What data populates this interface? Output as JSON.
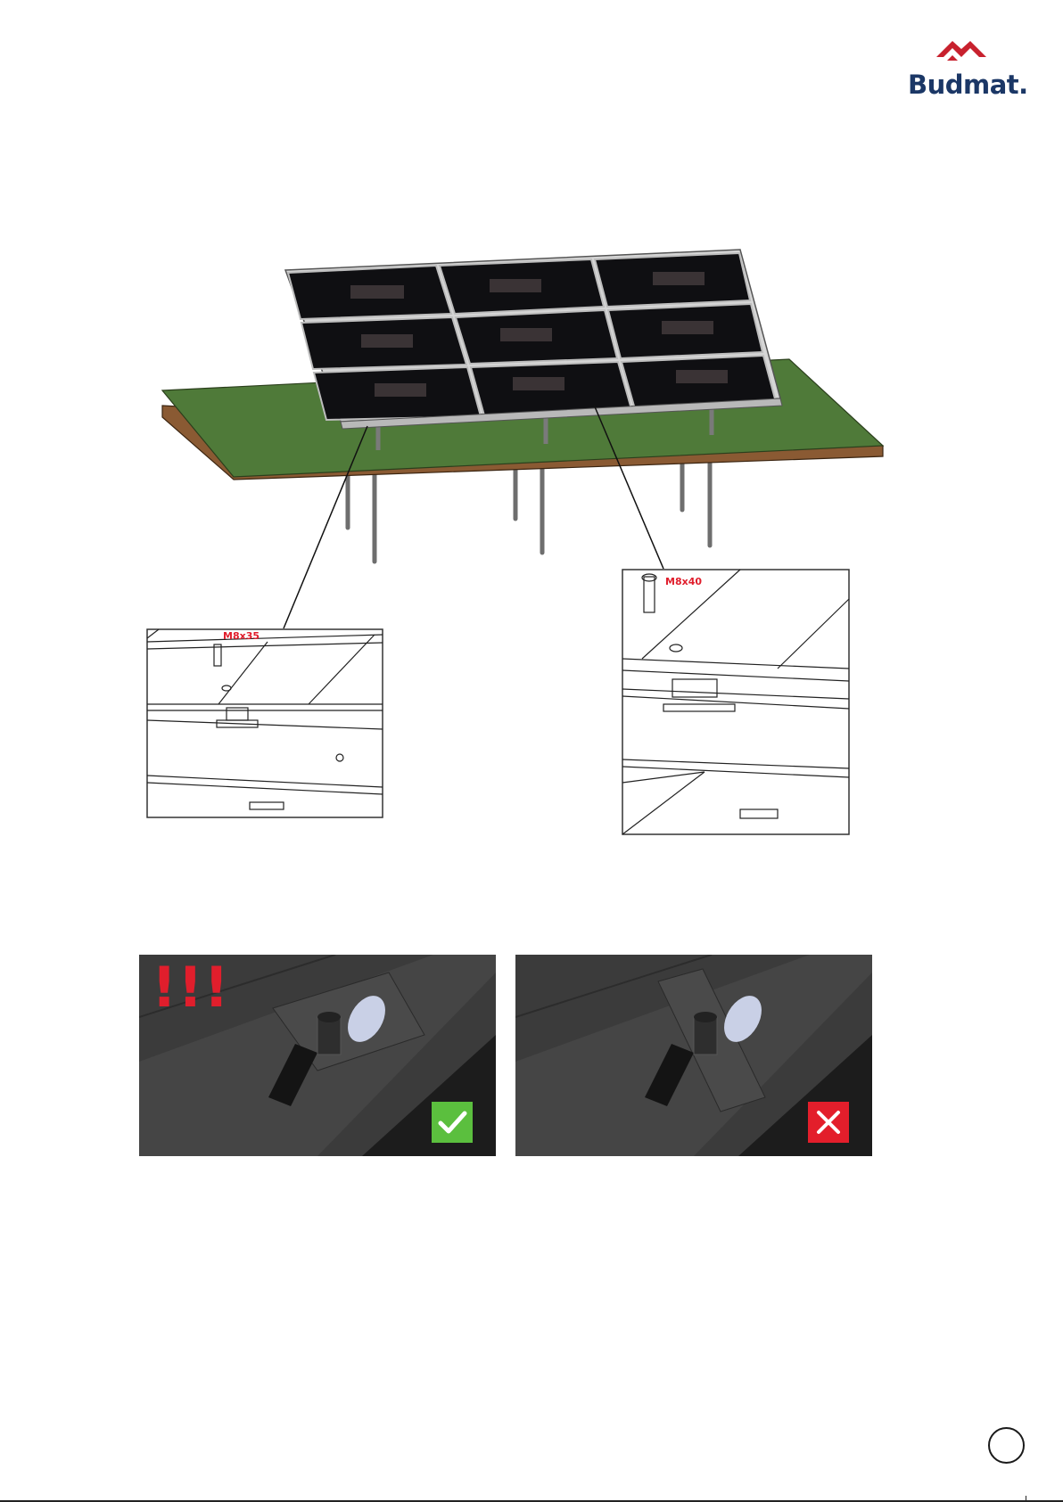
{
  "brand": {
    "name": "Budmat.",
    "colors": {
      "roof": "#c8212e",
      "text": "#1b3766"
    }
  },
  "installation_diagram": {
    "detail_left": {
      "bolt_label": "M8x35"
    },
    "detail_right": {
      "bolt_label": "M8x40"
    },
    "colors": {
      "grass": "#4f7a39",
      "soil": "#8a5a33",
      "panel": "#0f0f12",
      "label_red": "#e01e2c"
    }
  },
  "comparison": {
    "warning_mark": "!!!",
    "correct": {
      "icon": "checkmark-icon",
      "color": "#5bbf3e"
    },
    "incorrect": {
      "icon": "cross-icon",
      "color": "#e31e2b"
    }
  },
  "page": {
    "number": ""
  }
}
